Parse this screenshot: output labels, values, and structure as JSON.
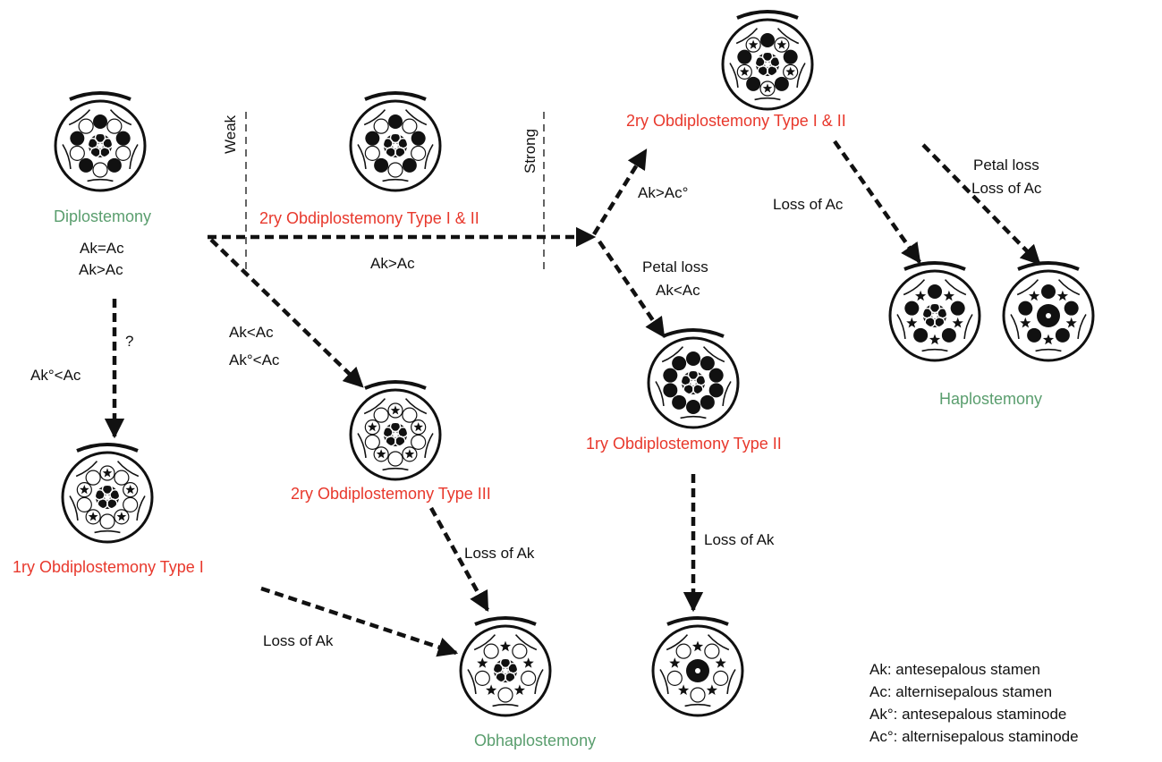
{
  "colors": {
    "red": "#e8382c",
    "green": "#5a9e6e",
    "black": "#111111"
  },
  "types": {
    "diplostemony": "Diplostemony",
    "haplostemony": "Haplostemony",
    "obhaplostemony": "Obhaplostemony",
    "obdip_2ry_I_II_center": "2ry Obdiplostemony Type I & II",
    "obdip_2ry_I_II_top": "2ry Obdiplostemony Type I & II",
    "obdip_1ry_II": "1ry Obdiplostemony Type II",
    "obdip_2ry_III": "2ry Obdiplostemony Type III",
    "obdip_1ry_I": "1ry Obdiplostemony Type I"
  },
  "strength": {
    "weak": "Weak",
    "strong": "Strong"
  },
  "transitions": {
    "dip_cond_1": "Ak=Ac",
    "dip_cond_2": "Ak>Ac",
    "question": "?",
    "ak_staminode_lt_ac": "Ak°<Ac",
    "ak_gt_ac_center": "Ak>Ac",
    "ak_lt_ac": "Ak<Ac",
    "ak_staminode_lt_ac_2": "Ak°<Ac",
    "ak_gt_ac_staminode": "Ak>Ac°",
    "petal_loss_1": "Petal loss",
    "ak_lt_ac_2": "Ak<Ac",
    "loss_of_ac": "Loss of Ac",
    "petal_loss_2": "Petal loss",
    "loss_of_ac_2": "Loss of Ac",
    "loss_of_ak_1": "Loss of Ak",
    "loss_of_ak_2": "Loss of Ak",
    "loss_of_ak_3": "Loss of Ak"
  },
  "legend": [
    "Ak: antesepalous stamen",
    "Ac: alternisepalous stamen",
    "Ak°: antesepalous staminode",
    "Ac°: alternisepalous staminode"
  ]
}
